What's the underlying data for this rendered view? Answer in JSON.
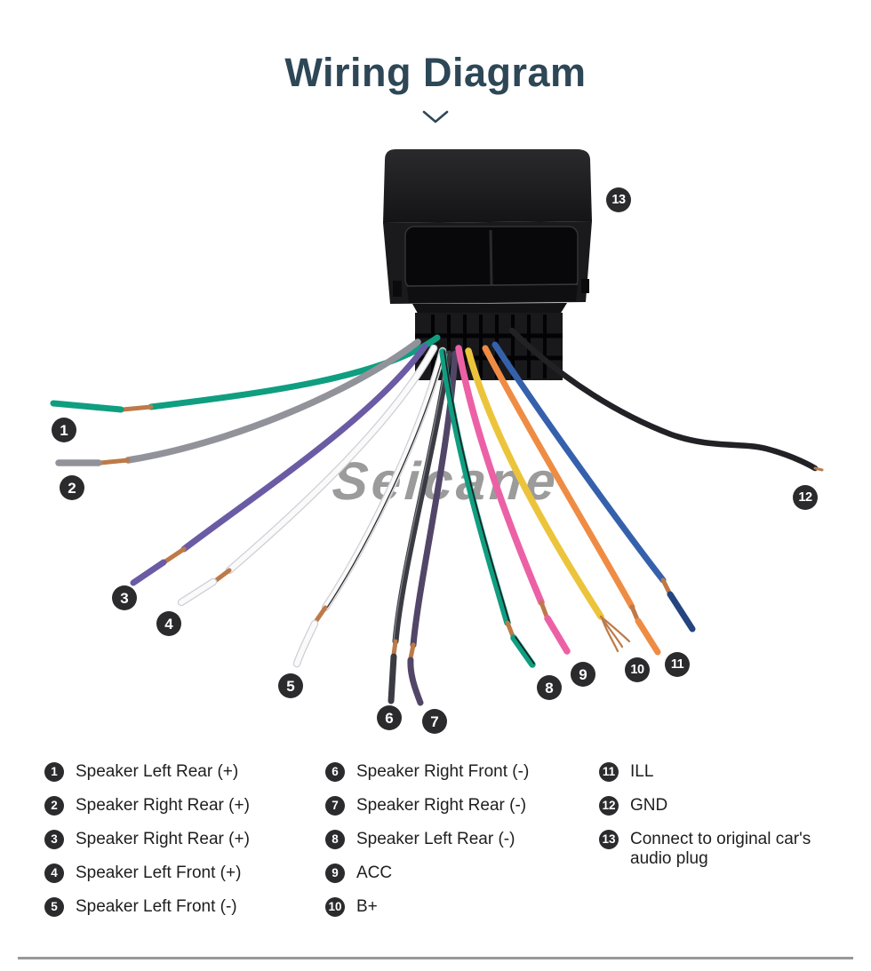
{
  "title": "Wiring Diagram",
  "watermark": "Seicane",
  "colors": {
    "accent": "#2e4757",
    "callout_bg": "#2b2b2d",
    "copper": "#bd7a48",
    "legend_text": "#1e1e20",
    "separator": "#999999"
  },
  "diagram": {
    "connector": {
      "description": "black car audio plug connector"
    },
    "wires": [
      {
        "name": "green",
        "color": "#0f9e80"
      },
      {
        "name": "gray",
        "color": "#92929a"
      },
      {
        "name": "purple",
        "color": "#6b5ba4"
      },
      {
        "name": "white",
        "color": "#fafafa",
        "underlay": "#cfd0d6"
      },
      {
        "name": "white-black-stripe",
        "color": "#fafafa",
        "underlay": "#cfd0d6",
        "stripe": "#2a2a2a"
      },
      {
        "name": "black-gray",
        "color": "#3b3b43",
        "stripe": "#85858d"
      },
      {
        "name": "dark-purple",
        "color": "#524668"
      },
      {
        "name": "teal-black-stripe",
        "color": "#0f9e80",
        "stripe": "#1f1f22"
      },
      {
        "name": "pink",
        "color": "#ec61a5"
      },
      {
        "name": "yellow",
        "color": "#ecc43c"
      },
      {
        "name": "orange",
        "color": "#ef8c44"
      },
      {
        "name": "black",
        "color": "#222226"
      }
    ],
    "extra_wire": {
      "name": "blue",
      "color": "#3561ac",
      "tip_color": "#24457f"
    }
  },
  "legend": {
    "items": [
      {
        "number": "1",
        "label": "Speaker Left Rear (+)"
      },
      {
        "number": "2",
        "label": "Speaker Right Rear (+)"
      },
      {
        "number": "3",
        "label": "Speaker Right Rear (+)"
      },
      {
        "number": "4",
        "label": "Speaker Left Front (+)"
      },
      {
        "number": "5",
        "label": "Speaker Left Front (-)"
      },
      {
        "number": "6",
        "label": "Speaker Right Front (-)"
      },
      {
        "number": "7",
        "label": "Speaker Right Rear (-)"
      },
      {
        "number": "8",
        "label": "Speaker Left Rear (-)"
      },
      {
        "number": "9",
        "label": "ACC"
      },
      {
        "number": "10",
        "label": "B+"
      },
      {
        "number": "11",
        "label": "ILL"
      },
      {
        "number": "12",
        "label": "GND"
      },
      {
        "number": "13",
        "label": "Connect to original car's audio plug"
      }
    ]
  }
}
